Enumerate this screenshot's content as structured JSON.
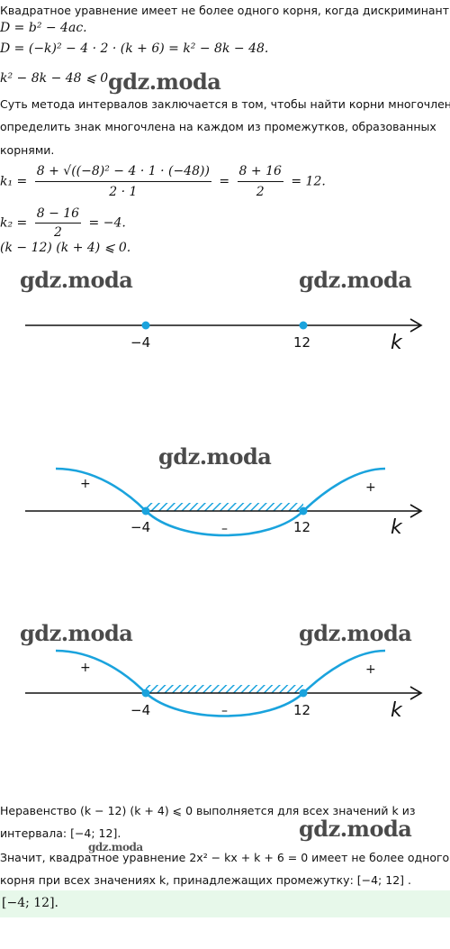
{
  "solution": {
    "line1": "Квадратное уравнение имеет не более одного корня, когда дискриминант",
    "line2": "D = b² − 4ac.",
    "line3": "D = (−k)² − 4 · 2 · (k + 6) = k² − 8k − 48.",
    "line4": "k² − 8k − 48 ⩽ 0.",
    "para1a": "Суть метода интервалов заключается в том, чтобы найти корни многочлена и",
    "para1b": "определить знак многочлена на каждом из промежутков, образованных",
    "para1c": "корнями.",
    "k1_label": "k₁ =",
    "k1_num": "8 + √((−8)² − 4 · 1 · (−48))",
    "k1_den": "2 · 1",
    "k1_eq": "=",
    "k1_num2": "8 + 16",
    "k1_den2": "2",
    "k1_res": "= 12.",
    "k2_label": "k₂ =",
    "k2_num": "8 − 16",
    "k2_den": "2",
    "k2_res": "= −4.",
    "ineq": "(k − 12) (k + 4) ⩽ 0.",
    "conc1": "Неравенство (k − 12) (k + 4) ⩽ 0 выполняется для всех значений k из",
    "conc2": "интервала: [−4; 12].",
    "conc3": "Значит, квадратное уравнение 2x² − kx + k + 6 = 0 имеет не более одного",
    "conc4": "корня при всех значениях k, принадлежащих промежутку: [−4; 12] .",
    "answer": "[−4; 12]."
  },
  "number_lines": {
    "left_point": "−4",
    "right_point": "12",
    "variable": "k",
    "sign_left": "+",
    "sign_middle": "–",
    "sign_right": "+"
  },
  "watermark": "gdz.moda",
  "colors": {
    "curve": "#1aa3dd",
    "answer_bg": "#e7f8ea",
    "text": "#111111"
  }
}
